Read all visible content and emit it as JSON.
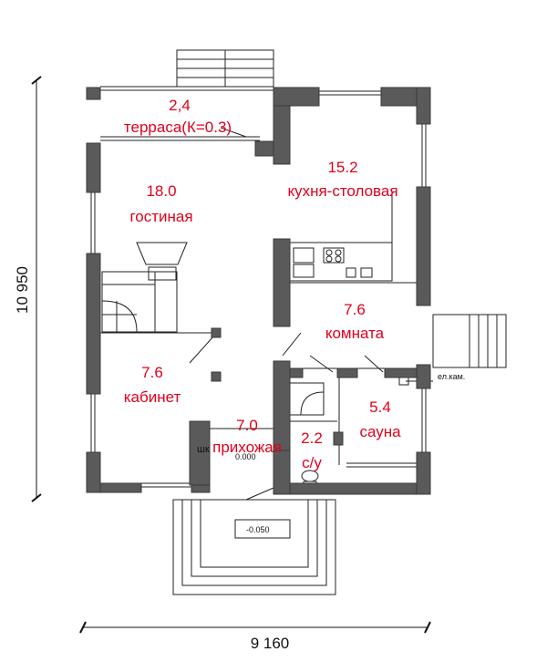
{
  "colors": {
    "wall": "#5a5a5a",
    "wall_edge": "#3a3a3a",
    "line": "#222222",
    "label": "#e0001b",
    "dim": "#111111"
  },
  "rooms": [
    {
      "id": "terrace",
      "area": "2,4",
      "name": "терраса(К=0.3)"
    },
    {
      "id": "living",
      "area": "18.0",
      "name": "гостиная"
    },
    {
      "id": "kitchen",
      "area": "15.2",
      "name": "кухня-столовая"
    },
    {
      "id": "room",
      "area": "7.6",
      "name": "комната"
    },
    {
      "id": "study",
      "area": "7.6",
      "name": "кабинет"
    },
    {
      "id": "hall",
      "area": "7.0",
      "name": "прихожая"
    },
    {
      "id": "wc",
      "area": "2.2",
      "name": "с/у"
    },
    {
      "id": "sauna",
      "area": "5.4",
      "name": "сауна"
    }
  ],
  "notes": {
    "wardrobe": "шк",
    "hall_level": "0.000",
    "porch_level": "-0.050",
    "stove": "ел.кам."
  },
  "dimensions": {
    "width": "9 160",
    "height": "10 950"
  }
}
